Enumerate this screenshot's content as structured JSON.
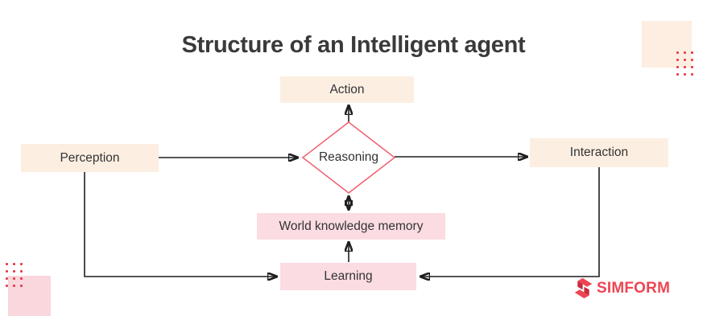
{
  "title": "Structure of an Intelligent agent",
  "nodes": {
    "action": "Action",
    "perception": "Perception",
    "reasoning": "Reasoning",
    "interaction": "Interaction",
    "memory": "World knowledge memory",
    "learning": "Learning"
  },
  "edges": [
    {
      "from": "perception",
      "to": "reasoning",
      "style": "arrow"
    },
    {
      "from": "reasoning",
      "to": "interaction",
      "style": "arrow"
    },
    {
      "from": "reasoning",
      "to": "action",
      "style": "arrow"
    },
    {
      "from": "reasoning",
      "to": "memory",
      "style": "double-arrow"
    },
    {
      "from": "learning",
      "to": "memory",
      "style": "arrow"
    },
    {
      "from": "perception",
      "to": "learning",
      "style": "arrow"
    },
    {
      "from": "interaction",
      "to": "learning",
      "style": "arrow"
    }
  ],
  "logo": {
    "text": "SIMFORM"
  },
  "colors": {
    "peach_box": "#fcefe2",
    "pink_box": "#fbdce2",
    "decor_peach_square": "#fdeee1",
    "decor_pink_square": "#f9d7dd",
    "diamond_stroke": "#f0606f",
    "connector": "#1f1f1f",
    "dot_red": "#e83b4b",
    "logo_red": "#ee4553",
    "title_text": "#3a3a3a"
  }
}
